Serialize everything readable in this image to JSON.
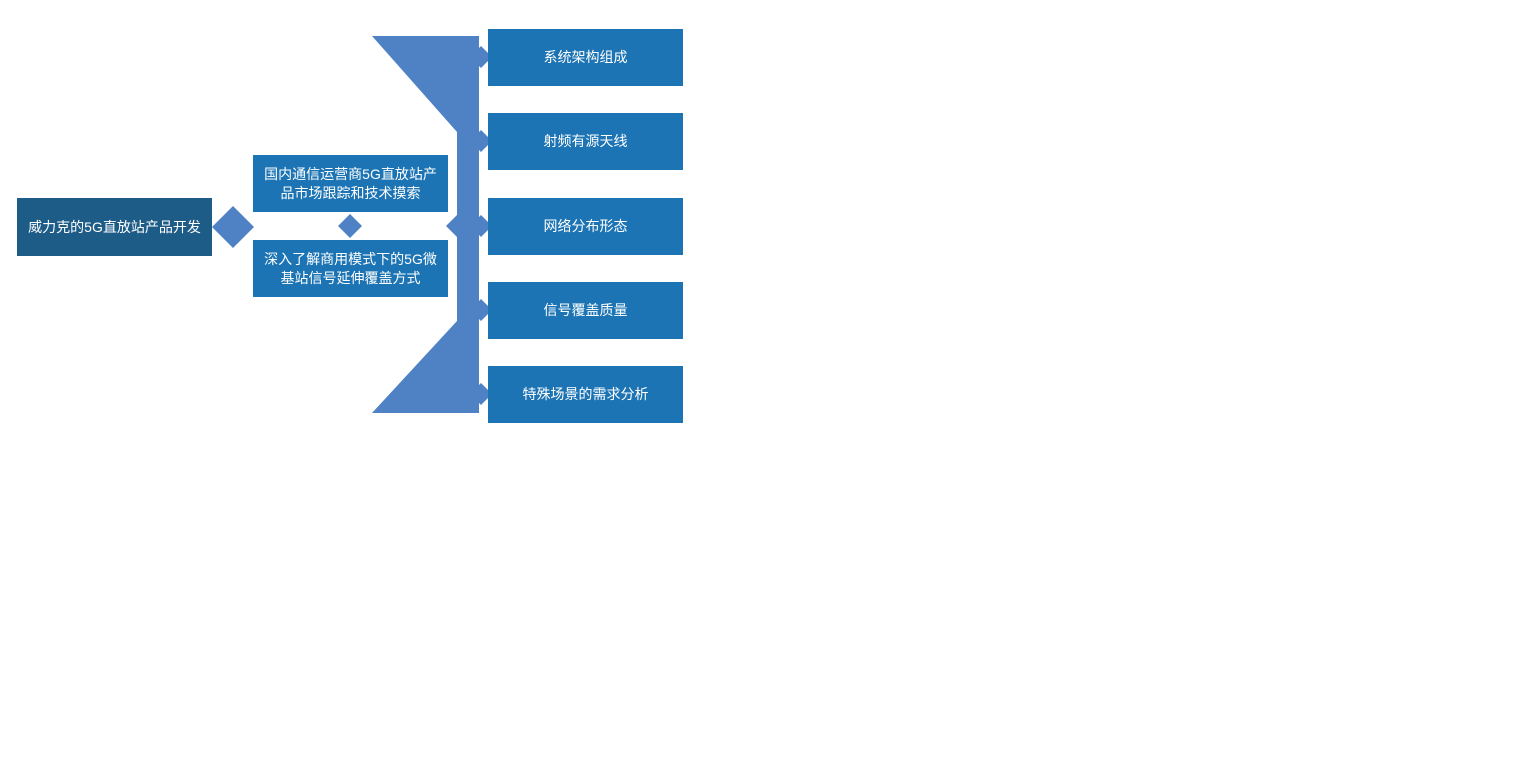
{
  "diagram": {
    "root": {
      "label": "威力克的5G直放站产品开发"
    },
    "middle": [
      {
        "label": "国内通信运营商5G直放站产品市场跟踪和技术摸索"
      },
      {
        "label": "深入了解商用模式下的5G微基站信号延伸覆盖方式"
      }
    ],
    "leaves": [
      {
        "label": "系统架构组成"
      },
      {
        "label": "射频有源天线"
      },
      {
        "label": "网络分布形态"
      },
      {
        "label": "信号覆盖质量"
      },
      {
        "label": "特殊场景的需求分析"
      }
    ],
    "colors": {
      "root": "#1E5C88",
      "node": "#1C74B4",
      "connector": "#4E82C4",
      "text": "#FFFFFF",
      "background": "#FFFFFF"
    }
  }
}
